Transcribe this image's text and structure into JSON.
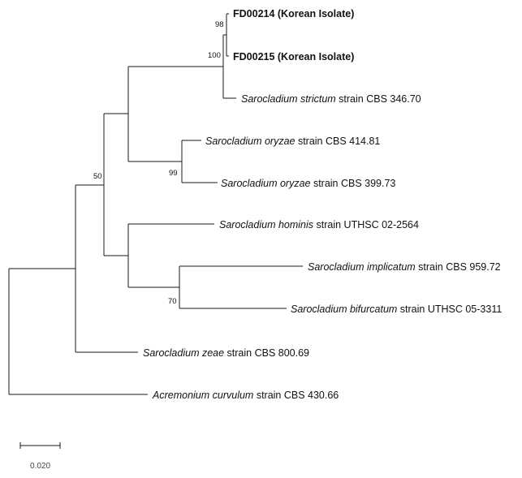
{
  "taxa": [
    {
      "genus": "",
      "rest": "FD00214 (Korean Isolate)",
      "bold": true
    },
    {
      "genus": "",
      "rest": "FD00215 (Korean Isolate)",
      "bold": true
    },
    {
      "genus": "Sarocladium strictum",
      "rest": " strain CBS 346.70",
      "bold": false
    },
    {
      "genus": "Sarocladium oryzae",
      "rest": " strain CBS 414.81",
      "bold": false
    },
    {
      "genus": "Sarocladium oryzae",
      "rest": " strain CBS 399.73",
      "bold": false
    },
    {
      "genus": "Sarocladium hominis",
      "rest": " strain UTHSC 02-2564",
      "bold": false
    },
    {
      "genus": "Sarocladium implicatum",
      "rest": " strain CBS 959.72",
      "bold": false
    },
    {
      "genus": "Sarocladium bifurcatum",
      "rest": " strain UTHSC 05-3311",
      "bold": false
    },
    {
      "genus": "Sarocladium zeae",
      "rest": " strain CBS 800.69",
      "bold": false
    },
    {
      "genus": "Acremonium curvulum",
      "rest": " strain CBS 430.66",
      "bold": false
    }
  ],
  "supports": [
    "98",
    "100",
    "99",
    "50",
    "70"
  ],
  "scale_bar": {
    "label": "0.020"
  }
}
